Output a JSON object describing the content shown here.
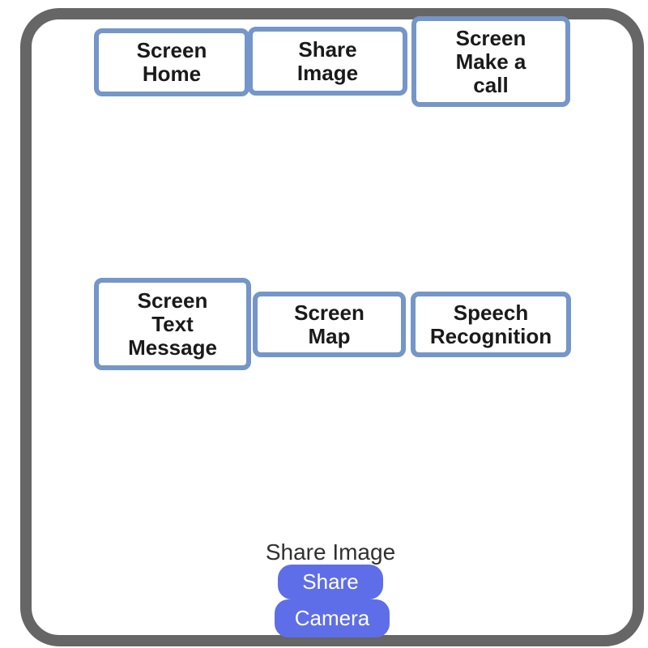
{
  "colors": {
    "frame_gray": "#666666",
    "nav_border_blue": "#7496c8",
    "pill_blue": "#5e6ee8",
    "nav_text": "#1a1a1a",
    "title_text": "#303030",
    "pill_text": "#ffffff"
  },
  "nav_buttons": [
    {
      "name": "screen-home",
      "lines": [
        "Screen",
        "Home"
      ]
    },
    {
      "name": "share-image",
      "lines": [
        "Share",
        "Image"
      ]
    },
    {
      "name": "screen-make-a-call",
      "lines": [
        "Screen",
        "Make a",
        "call"
      ]
    },
    {
      "name": "screen-text-message",
      "lines": [
        "Screen",
        "Text",
        "Message"
      ]
    },
    {
      "name": "screen-map",
      "lines": [
        "Screen",
        "Map"
      ]
    },
    {
      "name": "speech-recognition",
      "lines": [
        "Speech",
        "Recognition"
      ]
    }
  ],
  "bottom": {
    "title": "Share Image",
    "share_label": "Share",
    "camera_label": "Camera"
  }
}
